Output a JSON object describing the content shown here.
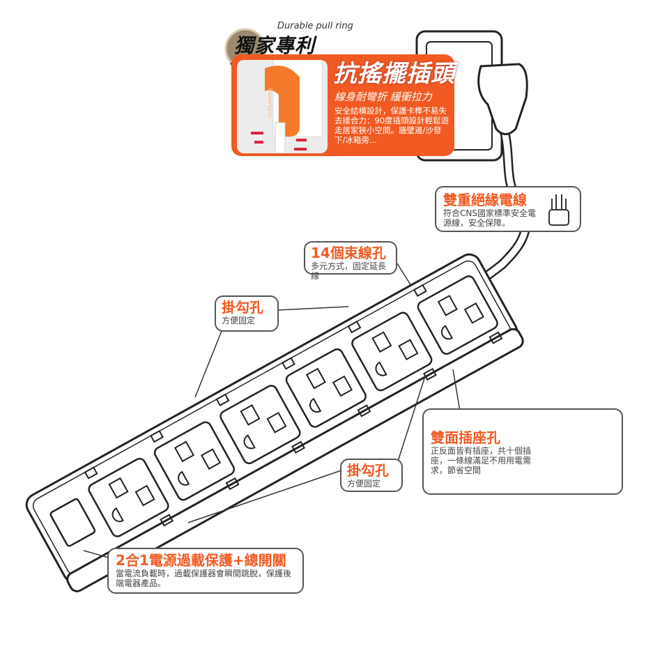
{
  "badge": {
    "title": "獨家專利",
    "caption": "Durable pull ring"
  },
  "plug_feature": {
    "title": "抗搖擺插頭",
    "subtitle": "線身耐彎折 緩衝拉力",
    "description": "安全結構設計，保護卡榫不易失去接合力：90度插頭設計輕鬆遊走居家狹小空間。牆壁邊/沙發下/冰箱旁...",
    "brand_on_plug": "PowerSync"
  },
  "callouts": [
    {
      "title": "雙重絕緣電線",
      "description": "符合CNS國家標準安全電源線，安全保障。"
    },
    {
      "title": "14個束線孔",
      "description": "多元方式，固定延長線"
    },
    {
      "title": "掛勾孔",
      "description": "方便固定"
    },
    {
      "title": "雙面插座孔",
      "description": "正反面皆有插座，共十個插座，一條線滿足不用用電需求，節省空間"
    },
    {
      "title": "掛勾孔",
      "description": "方便固定"
    },
    {
      "title": "2合1電源過載保護+總開關",
      "description": "當電流負載時，過載保護器會瞬間跳脫，保護後端電器產品。"
    }
  ],
  "colors": {
    "accent": "#f15a22",
    "line": "#333333"
  }
}
